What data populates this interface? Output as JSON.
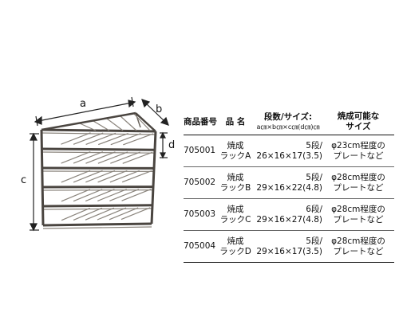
{
  "dimensions": {
    "a": "a",
    "b": "b",
    "c": "c",
    "d": "d"
  },
  "table": {
    "headers": {
      "code": "商品番号",
      "name": "品 名",
      "dims": "段数/サイズ:",
      "dims_sub": "a㎝×b㎝×c㎝(d㎝)㎝",
      "fit_line1": "焼成可能な",
      "fit_line2": "サイズ"
    },
    "rows": [
      {
        "code": "705001",
        "name_line1": "焼成",
        "name_line2": "ラックA",
        "dims_line1": "5段/",
        "dims_line2": "26×16×17(3.5)",
        "fit_line1": "φ23cm程度の",
        "fit_line2": "プレートなど"
      },
      {
        "code": "705002",
        "name_line1": "焼成",
        "name_line2": "ラックB",
        "dims_line1": "5段/",
        "dims_line2": "29×16×22(4.8)",
        "fit_line1": "φ28cm程度の",
        "fit_line2": "プレートなど"
      },
      {
        "code": "705003",
        "name_line1": "焼成",
        "name_line2": "ラックC",
        "dims_line1": "6段/",
        "dims_line2": "29×16×27(4.8)",
        "fit_line1": "φ28cm程度の",
        "fit_line2": "プレートなど"
      },
      {
        "code": "705004",
        "name_line1": "焼成",
        "name_line2": "ラックD",
        "dims_line1": "5段/",
        "dims_line2": "29×16×17(3.5)",
        "fit_line1": "φ28cm程度の",
        "fit_line2": "プレートなど"
      }
    ]
  }
}
